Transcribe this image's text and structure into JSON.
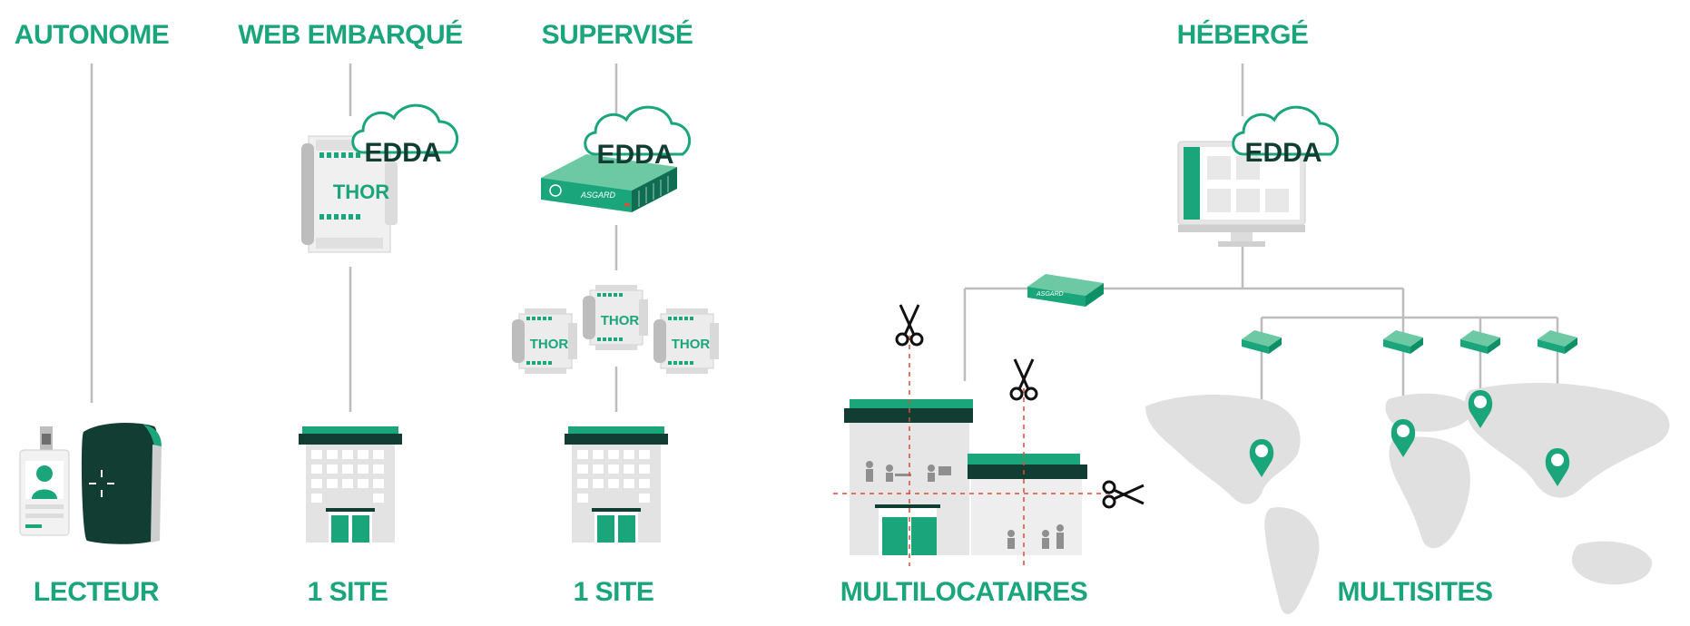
{
  "columns": [
    {
      "top_label": "AUTONOME",
      "bottom_label": "LECTEUR"
    },
    {
      "top_label": "WEB EMBARQUÉ",
      "bottom_label": "1 SITE"
    },
    {
      "top_label": "SUPERVISÉ",
      "bottom_label": "1 SITE"
    },
    {
      "top_label": "HÉBERGÉ",
      "bottom_label": "MULTILOCATAIRES"
    },
    {
      "top_label": "",
      "bottom_label": "MULTISITES"
    }
  ],
  "cloud_label": "EDDA",
  "controller_label": "THOR",
  "device_brand": "ASGARD",
  "colors": {
    "accent": "#1aa67a",
    "dark": "#123d33",
    "line": "#bdbdbd",
    "map": "#e0e0e0"
  }
}
